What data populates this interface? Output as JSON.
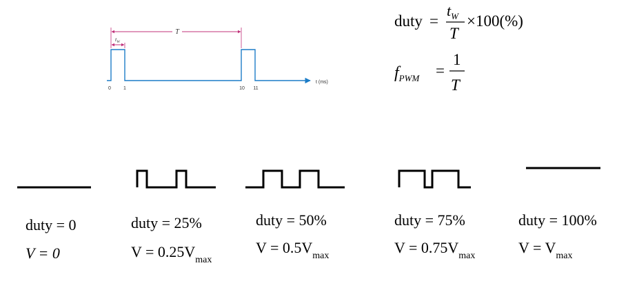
{
  "timing_diagram": {
    "period_label": "T",
    "width_label": "t",
    "width_label_sub": "W",
    "ticks": [
      "0",
      "1",
      "10",
      "11"
    ],
    "axis_label": "t (ms)",
    "line_color": "#1c7cc7",
    "arrow_color": "#c0307a"
  },
  "formulas": {
    "duty_lhs": "duty",
    "equals": "=",
    "numerator": "t",
    "numerator_sub": "W",
    "denominator": "T",
    "times": "×100(%)",
    "fpwm_f": "f",
    "fpwm_sub": "PWM",
    "one": "1",
    "denominator2": "T"
  },
  "waveforms": [
    {
      "duty_text": "duty = 0",
      "v_text": "V = 0",
      "v_sub": ""
    },
    {
      "duty_text": "duty = 25%",
      "v_text": "V = 0.25V",
      "v_sub": "max"
    },
    {
      "duty_text": "duty = 50%",
      "v_text": "V = 0.5V",
      "v_sub": "max"
    },
    {
      "duty_text": "duty = 75%",
      "v_text": "V = 0.75V",
      "v_sub": "max"
    },
    {
      "duty_text": "duty = 100%",
      "v_text": "V = V",
      "v_sub": "max"
    }
  ]
}
